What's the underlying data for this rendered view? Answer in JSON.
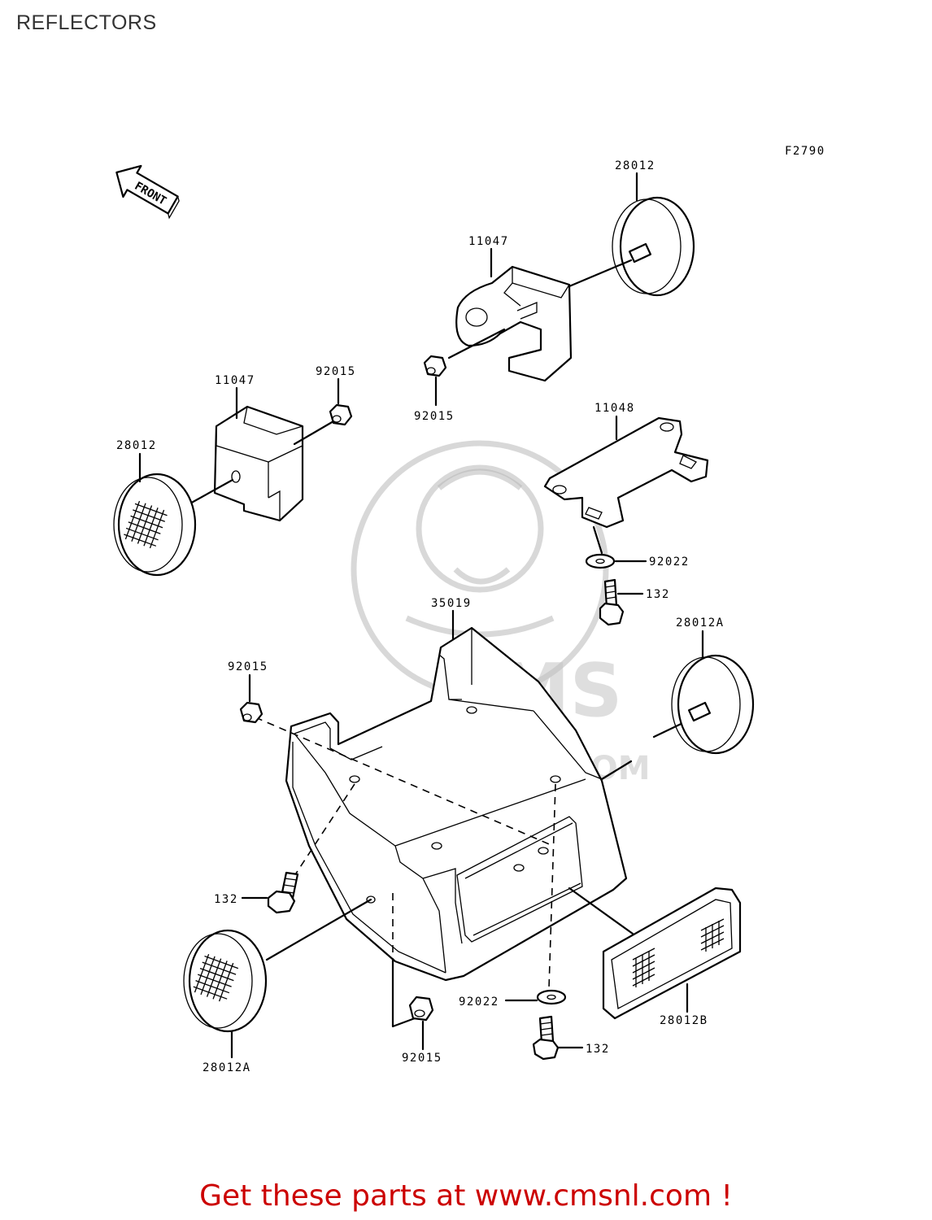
{
  "page": {
    "title": "REFLECTORS"
  },
  "diagram": {
    "figure_code": "F2790",
    "front_label": "FRONT",
    "watermark": {
      "brand": "CMS",
      "url": "WWW.CMSNL.COM"
    },
    "callouts": [
      {
        "id": "label-28012-top",
        "part": "28012"
      },
      {
        "id": "label-11047-top",
        "part": "11047"
      },
      {
        "id": "label-92015-top",
        "part": "92015"
      },
      {
        "id": "label-11047-left",
        "part": "11047"
      },
      {
        "id": "label-92015-left",
        "part": "92015"
      },
      {
        "id": "label-28012-left",
        "part": "28012"
      },
      {
        "id": "label-11048",
        "part": "11048"
      },
      {
        "id": "label-92022-right",
        "part": "92022"
      },
      {
        "id": "label-132-right",
        "part": "132"
      },
      {
        "id": "label-35019",
        "part": "35019"
      },
      {
        "id": "label-28012a-right",
        "part": "28012A"
      },
      {
        "id": "label-92015-mid",
        "part": "92015"
      },
      {
        "id": "label-132-left",
        "part": "132"
      },
      {
        "id": "label-92022-bottom",
        "part": "92022"
      },
      {
        "id": "label-132-bottom",
        "part": "132"
      },
      {
        "id": "label-28012b",
        "part": "28012B"
      },
      {
        "id": "label-92015-bottom",
        "part": "92015"
      },
      {
        "id": "label-28012a-left",
        "part": "28012A"
      }
    ]
  },
  "footer": {
    "link_text": "Get these parts at www.cmsnl.com !"
  }
}
